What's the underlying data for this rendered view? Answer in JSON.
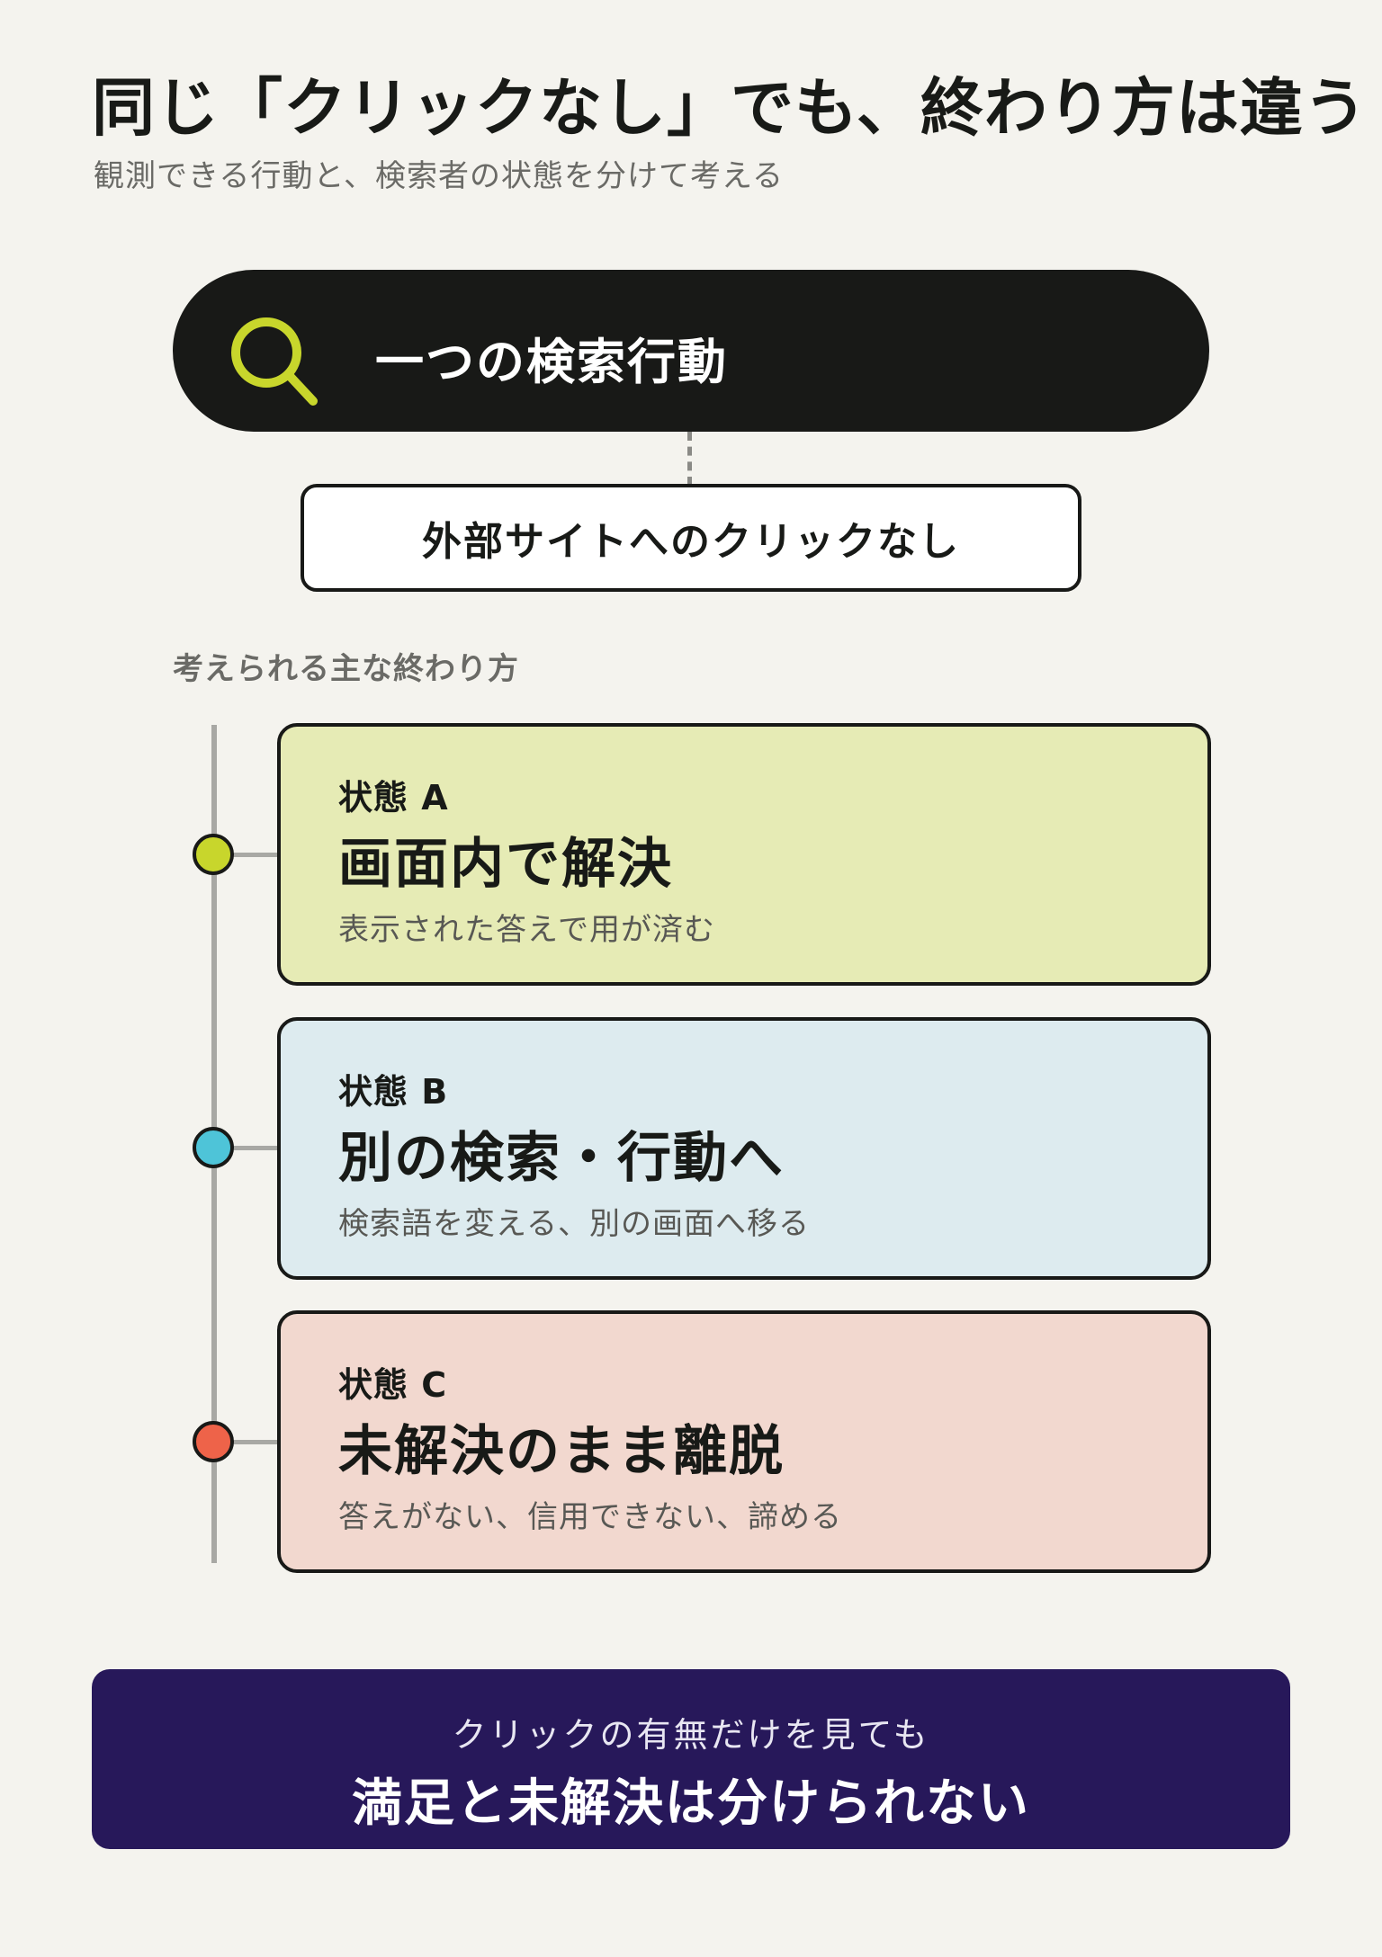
{
  "header": {
    "title": "同じ「クリックなし」でも、終わり方は違う",
    "subtitle": "観測できる行動と、検索者の状態を分けて考える"
  },
  "search": {
    "icon": "search-icon",
    "label": "一つの検索行動"
  },
  "no_click": {
    "label": "外部サイトへのクリックなし"
  },
  "outcomes": {
    "section_label": "考えられる主な終わり方",
    "states": [
      {
        "tag": "状態 A",
        "heading": "画面内で解決",
        "description": "表示された答えで用が済む",
        "color": "#c8d62c",
        "background": "#e6ebb5"
      },
      {
        "tag": "状態 B",
        "heading": "別の検索・行動へ",
        "description": "検索語を変える、別の画面へ移る",
        "color": "#4ec4d8",
        "background": "#ddebef"
      },
      {
        "tag": "状態 C",
        "heading": "未解決のまま離脱",
        "description": "答えがない、信用できない、諦める",
        "color": "#ee6349",
        "background": "#f2d8cf"
      }
    ]
  },
  "conclusion": {
    "subtext": "クリックの有無だけを見ても",
    "main": "満足と未解決は分けられない"
  },
  "colors": {
    "background": "#f4f3ee",
    "dark": "#181917",
    "accent": "#c8d62c",
    "conclusion_bg": "#27185a"
  }
}
